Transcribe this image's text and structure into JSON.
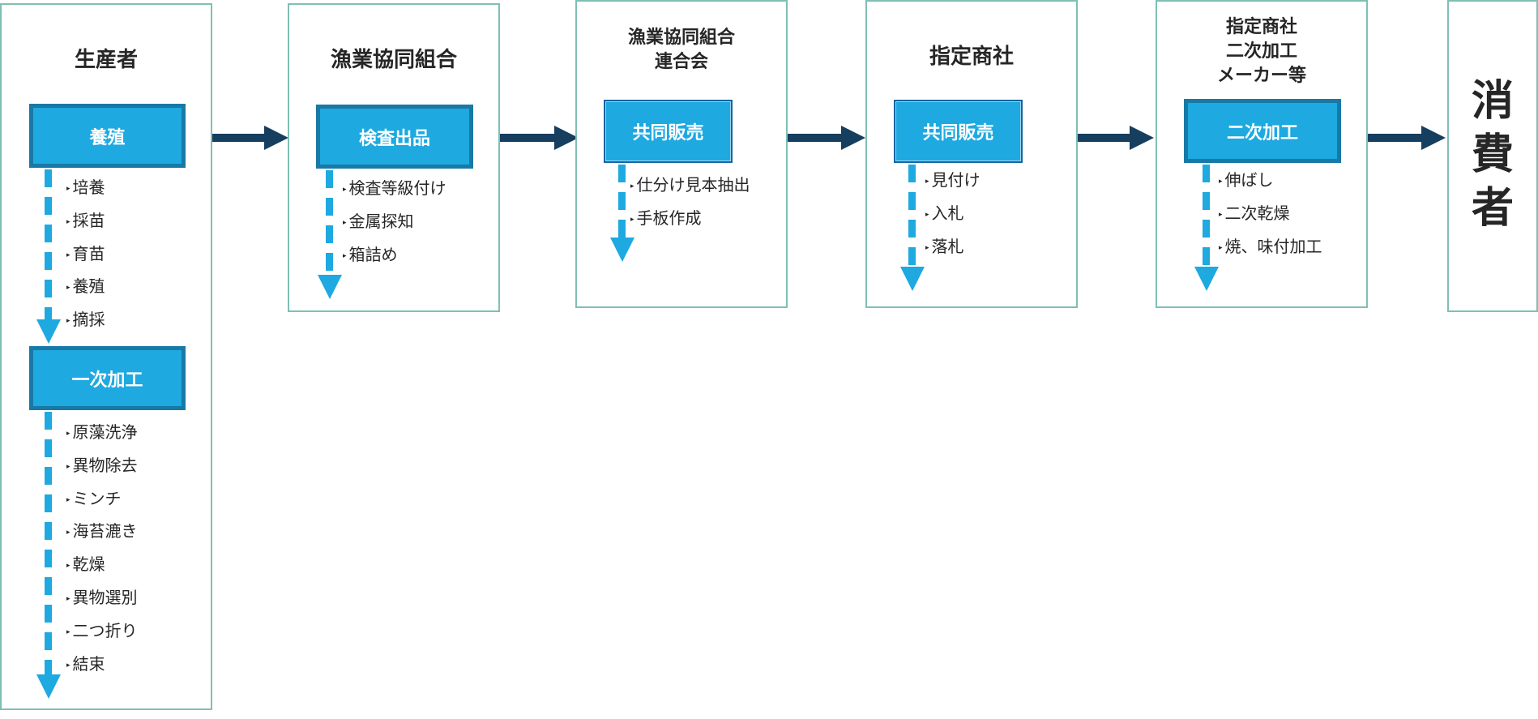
{
  "stages": [
    {
      "title": "生産者"
    },
    {
      "title": "漁業協同組合"
    },
    {
      "title": "漁業協同組合\n連合会"
    },
    {
      "title": "指定商社"
    },
    {
      "title": "指定商社\n二次加工\nメーカー等"
    },
    {
      "title": "消費者",
      "chars": [
        "消",
        "費",
        "者"
      ]
    }
  ],
  "processes": [
    {
      "label": "養殖",
      "items": [
        "培養",
        "採苗",
        "育苗",
        "養殖",
        "摘採"
      ]
    },
    {
      "label": "一次加工",
      "items": [
        "原藻洗浄",
        "異物除去",
        "ミンチ",
        "海苔漉き",
        "乾燥",
        "異物選別",
        "二つ折り",
        "結束"
      ]
    },
    {
      "label": "検査出品",
      "items": [
        "検査等級付け",
        "金属探知",
        "箱詰め"
      ]
    },
    {
      "label": "共同販売",
      "items": [
        "仕分け見本抽出",
        "手板作成"
      ]
    },
    {
      "label": "共同販売",
      "items": [
        "見付け",
        "入札",
        "落札"
      ]
    },
    {
      "label": "二次加工",
      "items": [
        "伸ばし",
        "二次乾燥",
        "焼、味付加工"
      ]
    }
  ],
  "bullet": "▸",
  "colors": {
    "stage_border": "#7fbfb5",
    "process_fill": "#1ea9e1",
    "process_border": "#1879a6",
    "flow_arrow": "#163e5e",
    "dashed_arrow": "#1ea9e1"
  }
}
